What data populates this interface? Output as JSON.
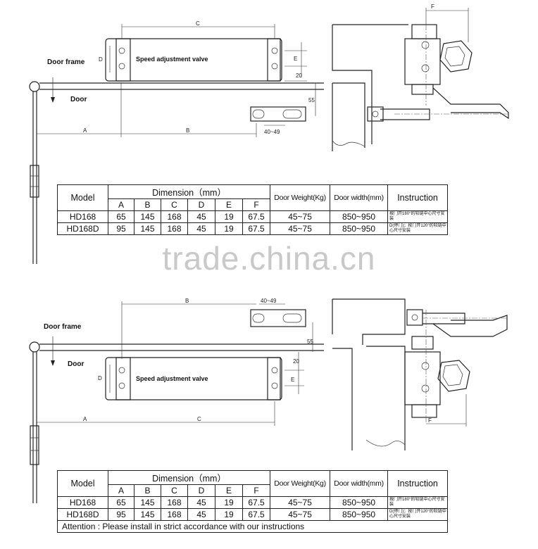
{
  "diagram_top": {
    "door_frame_label": "Door frame",
    "door_label": "Door",
    "valve_label": "Speed adjustment valve",
    "dim_a": "A",
    "dim_b": "B",
    "dim_c": "C",
    "dim_d": "D",
    "dim_e": "E",
    "dim_f": "F",
    "dim_20": "20",
    "dim_55": "55",
    "dim_slot": "40~49"
  },
  "diagram_bottom": {
    "door_frame_label": "Door frame",
    "door_label": "Door",
    "valve_label": "Speed adjustment valve",
    "dim_a": "A",
    "dim_b": "B",
    "dim_c": "C",
    "dim_d": "D",
    "dim_e": "E",
    "dim_f": "F",
    "dim_20": "20",
    "dim_55": "55",
    "dim_slot": "40~49"
  },
  "watermark": "trade.china.cn",
  "table_top": {
    "model_header": "Model",
    "dimension_header": "Dimension（mm）",
    "columns": [
      "A",
      "B",
      "C",
      "D",
      "E",
      "F"
    ],
    "door_weight_header": "Door Weight(Kg)",
    "door_width_header": "Door width(mm)",
    "instruction_header": "Instruction",
    "rows": [
      {
        "model": "HD168",
        "a": "65",
        "b": "145",
        "c": "168",
        "d": "45",
        "e": "19",
        "f": "67.5",
        "weight": "45~75",
        "width": "850~950",
        "instruction": "按门开180°的较链中心尺寸安装"
      },
      {
        "model": "HD168D",
        "a": "95",
        "b": "145",
        "c": "168",
        "d": "45",
        "e": "19",
        "f": "67.5",
        "weight": "45~75",
        "width": "850~950",
        "instruction": "D(停门)；按门开120°的较链中心尺寸安装"
      }
    ]
  },
  "table_bottom": {
    "model_header": "Model",
    "dimension_header": "Dimension（mm）",
    "columns": [
      "A",
      "B",
      "C",
      "D",
      "E",
      "F"
    ],
    "door_weight_header": "Door Weight(Kg)",
    "door_width_header": "Door width(mm)",
    "instruction_header": "Instruction",
    "rows": [
      {
        "model": "HD168",
        "a": "65",
        "b": "145",
        "c": "168",
        "d": "45",
        "e": "19",
        "f": "67.5",
        "weight": "45~75",
        "width": "850~950",
        "instruction": "按门开180°的较链中心尺寸安装"
      },
      {
        "model": "HD168D",
        "a": "95",
        "b": "145",
        "c": "168",
        "d": "45",
        "e": "19",
        "f": "67.5",
        "weight": "45~75",
        "width": "850~950",
        "instruction": "D(停门)；按门开120°的较链中心尺寸安装"
      }
    ],
    "attention": "Attention : Please install in strict accordance with our instructions"
  }
}
